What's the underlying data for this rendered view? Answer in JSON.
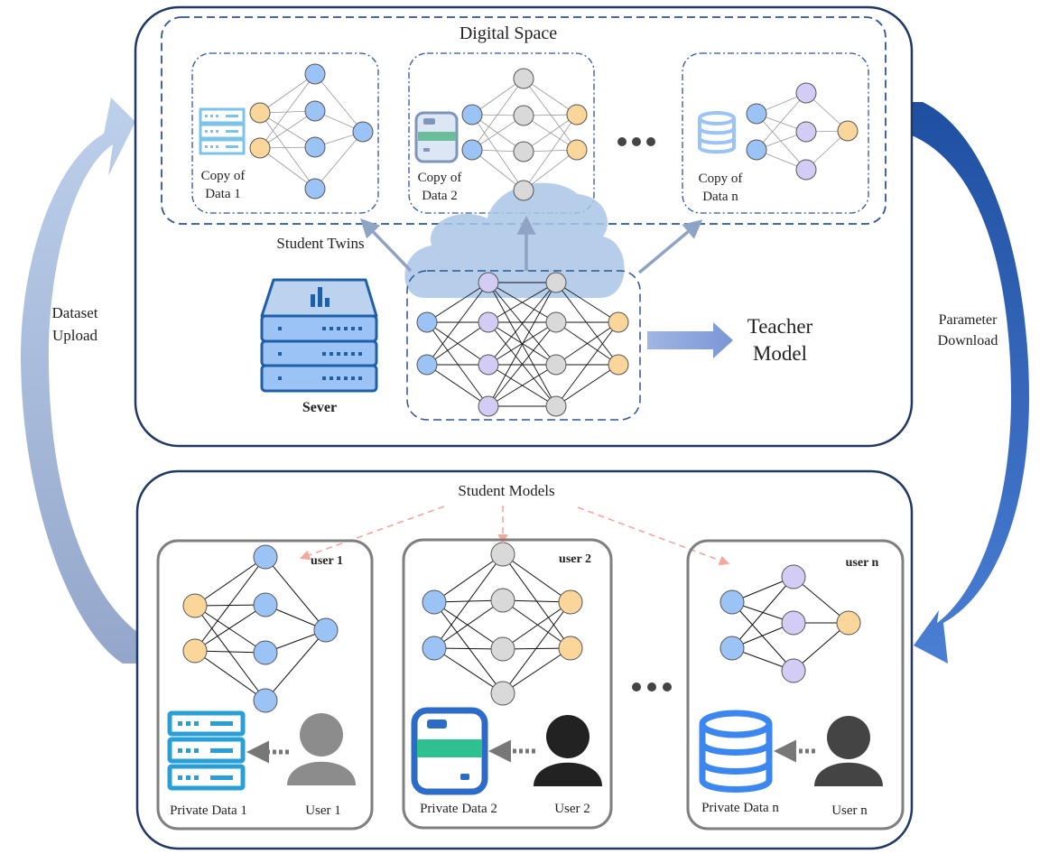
{
  "top": {
    "title": "Digital Space",
    "student_twins_label": "Student Twins",
    "server_label": "Sever",
    "teacher_label_line1": "Teacher",
    "teacher_label_line2": "Model",
    "twins": [
      {
        "line1": "Copy of",
        "line2": "Data 1",
        "icon": "server-rack-icon"
      },
      {
        "line1": "Copy of",
        "line2": "Data 2",
        "icon": "mobile-storage-icon"
      },
      {
        "line1": "Copy of",
        "line2": "Data n",
        "icon": "database-icon"
      }
    ]
  },
  "side": {
    "left_line1": "Dataset",
    "left_line2": "Upload",
    "right_line1": "Parameter",
    "right_line2": "Download"
  },
  "bottom": {
    "title": "Student Models",
    "users": [
      {
        "tag": "user 1",
        "data_label": "Private Data 1",
        "user_label": "User 1",
        "icon": "server-rack-icon"
      },
      {
        "tag": "user 2",
        "data_label": "Private Data 2",
        "user_label": "User 2",
        "icon": "mobile-storage-icon"
      },
      {
        "tag": "user n",
        "data_label": "Private Data n",
        "user_label": "User n",
        "icon": "database-icon"
      }
    ]
  },
  "colors": {
    "frame": "#1f3864",
    "orange": "#fbd69b",
    "blue": "#9cc3f5",
    "purple": "#d3cdf5",
    "gray": "#d9d9d9",
    "steel": "#b4c7e7",
    "cloud": "#a9c5e6",
    "salmon": "#f4a79c"
  }
}
